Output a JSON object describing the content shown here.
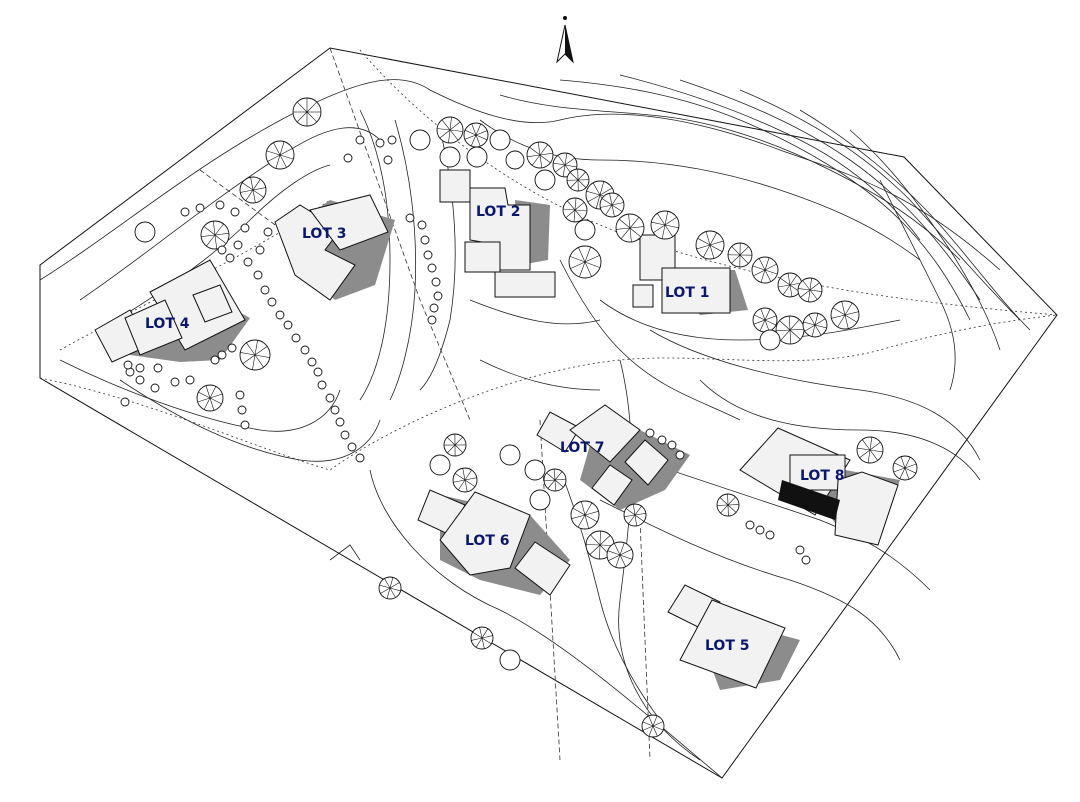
{
  "lots": [
    {
      "id": "lot-1",
      "label": "LOT 1"
    },
    {
      "id": "lot-2",
      "label": "LOT 2"
    },
    {
      "id": "lot-3",
      "label": "LOT 3"
    },
    {
      "id": "lot-4",
      "label": "LOT 4"
    },
    {
      "id": "lot-5",
      "label": "LOT 5"
    },
    {
      "id": "lot-6",
      "label": "LOT 6"
    },
    {
      "id": "lot-7",
      "label": "LOT 7"
    },
    {
      "id": "lot-8",
      "label": "LOT 8"
    }
  ],
  "colors": {
    "label": "#0b1670",
    "line": "#111111",
    "building_fill": "#f2f2f2",
    "shadow": "#8c8c8c"
  },
  "icons": [
    "north-arrow-icon",
    "tree-icon",
    "shrub-icon"
  ]
}
